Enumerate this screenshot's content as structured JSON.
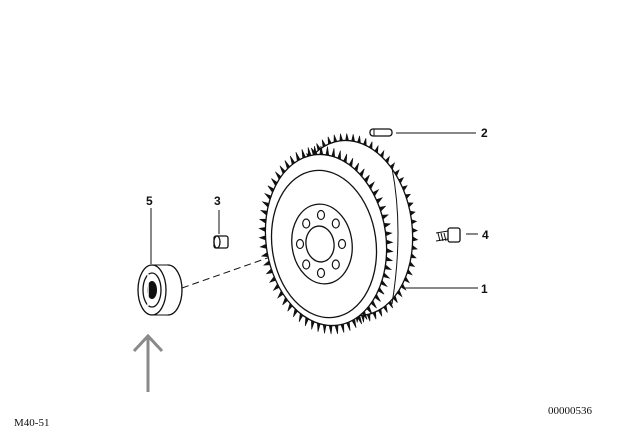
{
  "callouts": {
    "c1": "1",
    "c2": "2",
    "c3": "3",
    "c4": "4",
    "c5": "5"
  },
  "footer": {
    "diagram_code": "M40-51",
    "part_number": "00000536"
  },
  "icons": {
    "arrow": "up-arrow-icon"
  },
  "colors": {
    "ink": "#111111",
    "arrow": "#8a8a8a",
    "background": "#ffffff"
  }
}
